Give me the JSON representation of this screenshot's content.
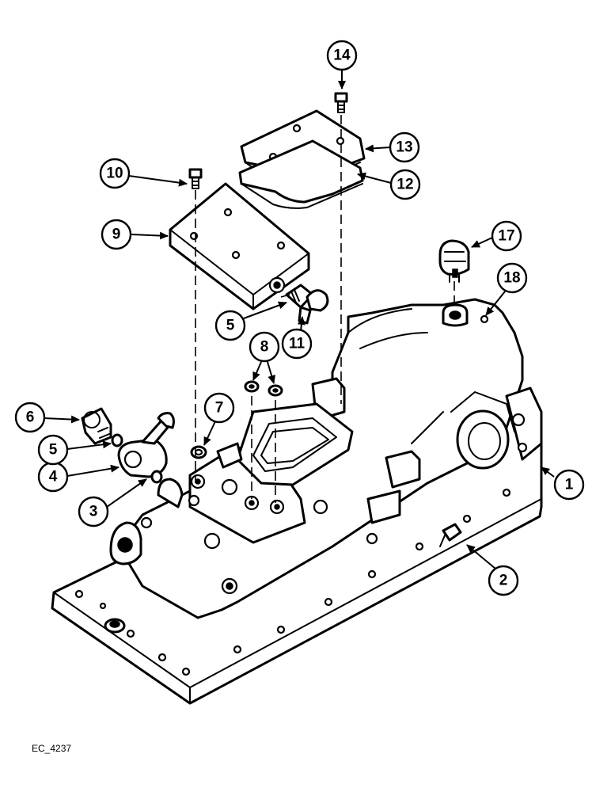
{
  "callouts": {
    "c1": "1",
    "c2": "2",
    "c3": "3",
    "c4": "4",
    "c5a": "5",
    "c5b": "5",
    "c6": "6",
    "c7": "7",
    "c8": "8",
    "c9": "9",
    "c10": "10",
    "c11": "11",
    "c12": "12",
    "c13": "13",
    "c14": "14",
    "c17": "17",
    "c18": "18"
  },
  "figure_code": "EC_4237"
}
